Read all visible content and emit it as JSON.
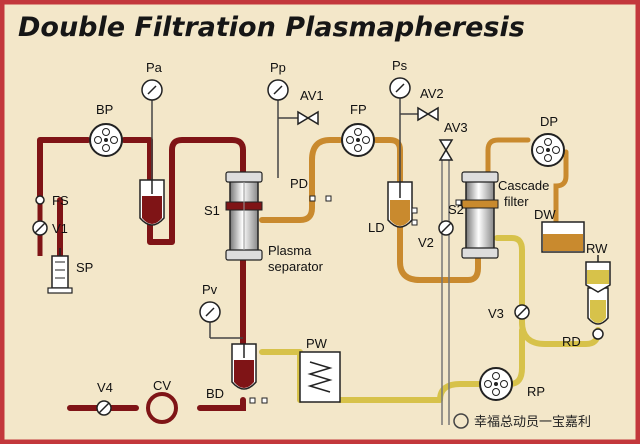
{
  "title": "Double Filtration Plasmapheresis",
  "labels": {
    "pa": "Pa",
    "pp": "Pp",
    "ps": "Ps",
    "pv": "Pv",
    "bp": "BP",
    "fp": "FP",
    "dp": "DP",
    "rp": "RP",
    "av1": "AV1",
    "av2": "AV2",
    "av3": "AV3",
    "fs": "FS",
    "v1": "V1",
    "sp": "SP",
    "s1": "S1",
    "pd": "PD",
    "plasma_sep_1": "Plasma",
    "plasma_sep_2": "separator",
    "ld": "LD",
    "v2": "V2",
    "s2": "S2",
    "cascade_1": "Cascade",
    "cascade_2": "filter",
    "dw": "DW",
    "rw": "RW",
    "rd": "RD",
    "v3": "V3",
    "pw": "PW",
    "v4": "V4",
    "cv": "CV",
    "bd": "BD"
  },
  "watermark": "幸福总动员一宝嘉利",
  "colors": {
    "frame": "#c3383c",
    "background": "#f3e7c9",
    "blood_line": "#7f1416",
    "plasma_line": "#c98a2e",
    "return_line": "#d7c24a"
  }
}
